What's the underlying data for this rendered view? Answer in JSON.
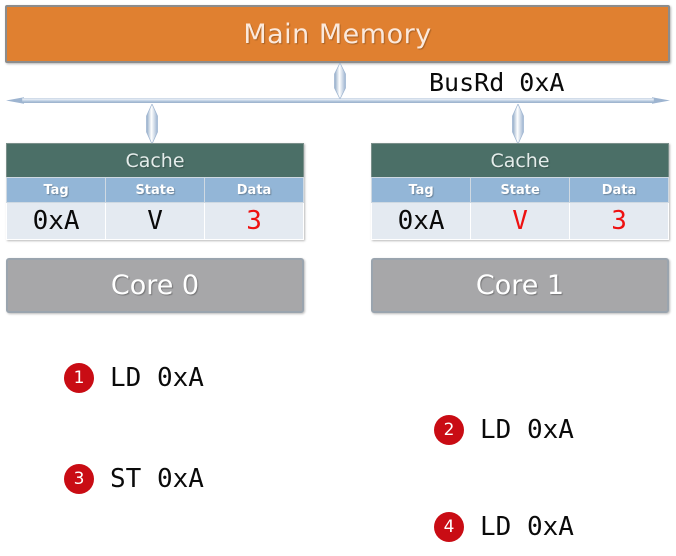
{
  "memory": {
    "label": "Main Memory",
    "color": "#e08030"
  },
  "bus": {
    "label": "BusRd 0xA",
    "line_color": "#aec4dd",
    "icon": "double-headed-arrow-icon"
  },
  "connectors": [
    {
      "name": "memory-to-bus-connector",
      "icon": "double-headed-arrow-icon"
    },
    {
      "name": "bus-to-cache-0-connector",
      "icon": "double-headed-arrow-icon"
    },
    {
      "name": "bus-to-cache-1-connector",
      "icon": "double-headed-arrow-icon"
    }
  ],
  "caches": [
    {
      "title": "Cache",
      "columns": [
        "Tag",
        "State",
        "Data"
      ],
      "row": {
        "tag": "0xA",
        "state": "V",
        "data": "3",
        "tag_color": "#0a0a0a",
        "state_color": "#0a0a0a",
        "data_color": "#ee1111"
      },
      "core": "Core 0"
    },
    {
      "title": "Cache",
      "columns": [
        "Tag",
        "State",
        "Data"
      ],
      "row": {
        "tag": "0xA",
        "state": "V",
        "data": "3",
        "tag_color": "#0a0a0a",
        "state_color": "#ee1111",
        "data_color": "#ee1111"
      },
      "core": "Core 1"
    }
  ],
  "steps": [
    {
      "number": "1",
      "text": "LD 0xA"
    },
    {
      "number": "2",
      "text": "LD 0xA"
    },
    {
      "number": "3",
      "text": "ST 0xA"
    },
    {
      "number": "4",
      "text": "LD 0xA"
    }
  ],
  "colors": {
    "badge": "#c90c14",
    "cache_header": "#4b6f67",
    "column_header": "#93b6d7",
    "core": "#a7a7a9",
    "highlight": "#ee1111"
  }
}
